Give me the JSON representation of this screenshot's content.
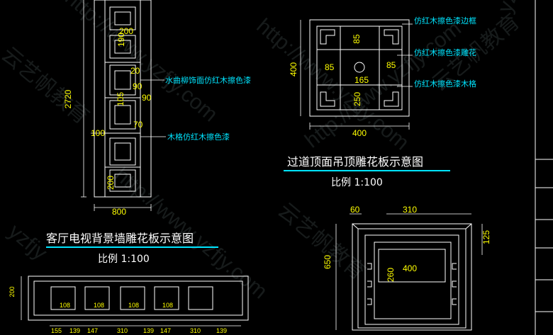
{
  "wall_panel": {
    "title": "客厅电视背景墙雕花板示意图",
    "scale": "比例  1:100",
    "dims": {
      "height": "2720",
      "width": "800",
      "d200_top": "200",
      "d190": "190",
      "d20": "20",
      "d90_a": "90",
      "d90_b": "90",
      "d105": "105",
      "d70": "70",
      "d100": "100",
      "d200_bottom": "200"
    },
    "notes": {
      "water_willow": "水曲柳饰面仿红木擦色漆",
      "wood_lattice": "木格仿红木擦色漆"
    }
  },
  "aisle_panel": {
    "title": "过道顶面吊顶雕花板示意图",
    "scale": "比例  1:100",
    "dims": {
      "d85_top": "85",
      "d400_side": "400",
      "d85_left": "85",
      "d85_right": "85",
      "d165": "165",
      "d250": "250",
      "d400_bottom": "400"
    },
    "notes": {
      "frame": "仿红木擦色漆边框",
      "carving": "仿红木擦色漆雕花",
      "grid": "仿红木擦色漆木格"
    }
  },
  "ceiling_panel": {
    "dims": {
      "d60": "60",
      "d310": "310",
      "d125": "125",
      "d650": "650",
      "d260": "260",
      "d400": "400"
    }
  },
  "strip_panel": {
    "dims": {
      "h200": "200",
      "b108_1": "108",
      "b108_2": "108",
      "b108_3": "108",
      "b108_4": "108",
      "w155": "155",
      "w139_1": "139",
      "w147_1": "147",
      "w310_1": "310",
      "w139_2": "139",
      "w147_2": "147",
      "w310_2": "310",
      "w139_3": "139"
    }
  },
  "watermarks": {
    "url": "http://www.yzfjy.com",
    "brand": "云艺帆教育",
    "short": "yzfjy"
  },
  "colors": {
    "background": "#000000",
    "linework": "#ffffff",
    "dimensions": "#ffff00",
    "annotations": "#00e5ff",
    "title_underline": "#00e5ff",
    "dimension_lines": "#0000ff"
  }
}
